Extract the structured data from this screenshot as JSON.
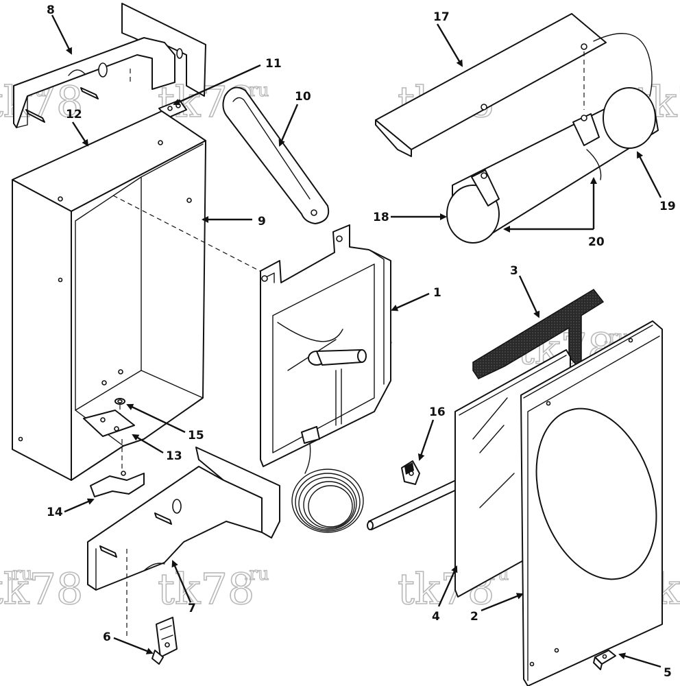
{
  "watermark": {
    "main": "tk78",
    "suffix": ".ru"
  },
  "callouts": {
    "c1": "1",
    "c2": "2",
    "c3": "3",
    "c4": "4",
    "c5": "5",
    "c6": "6",
    "c7": "7",
    "c8": "8",
    "c9": "9",
    "c10": "10",
    "c11": "11",
    "c12": "12",
    "c13": "13",
    "c14": "14",
    "c15": "15",
    "c16": "16",
    "c17": "17",
    "c18": "18",
    "c19": "19",
    "c20": "20"
  },
  "colors": {
    "line": "#111111",
    "watermark": "#b8b8b8",
    "gasket": "#2a2a2a",
    "background": "#ffffff"
  }
}
